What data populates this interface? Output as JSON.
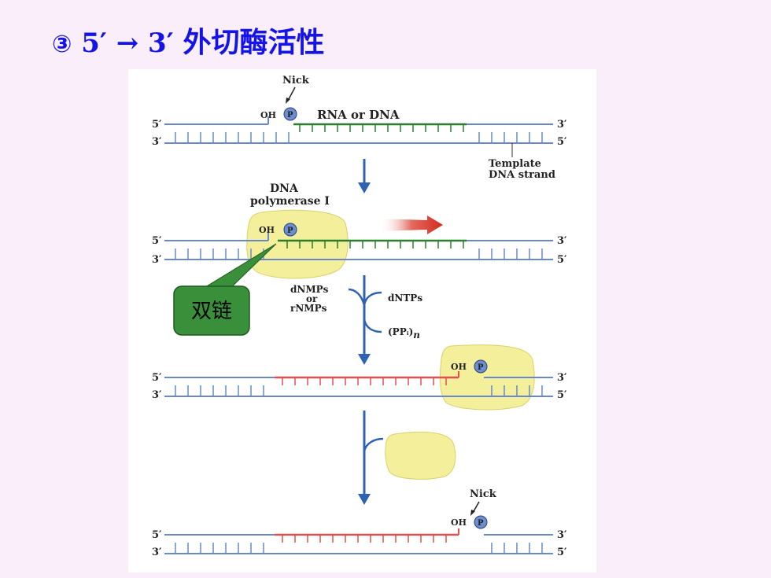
{
  "title": {
    "circled_number": "③",
    "direction": "5′ → 3′",
    "text": "外切酶活性"
  },
  "figure": {
    "nick_label": "Nick",
    "oh_label": "OH",
    "p_label": "P",
    "strand_label": "RNA or DNA",
    "template_label_line1": "Template",
    "template_label_line2": "DNA strand",
    "enzyme_label_line1": "DNA",
    "enzyme_label_line2": "polymerase I",
    "five_prime": "5′",
    "three_prime": "3′",
    "released_line1": "dNMPs",
    "released_line2": "or",
    "released_line3": "rNMPs",
    "added_label": "dNTPs",
    "pp_label": "(PPᵢ)",
    "pp_subscript": "n",
    "callout_label": "双链"
  },
  "colors": {
    "title": "#1414e6",
    "strand_blue": "#6a88c9",
    "new_strand_green": "#2e7d2e",
    "new_strand_red": "#e05050",
    "enzyme_fill": "#f3ef9a",
    "arrow_blue": "#2f62b3",
    "arrow_red": "#d42a1e",
    "callout_fill": "#3a8f3a"
  }
}
